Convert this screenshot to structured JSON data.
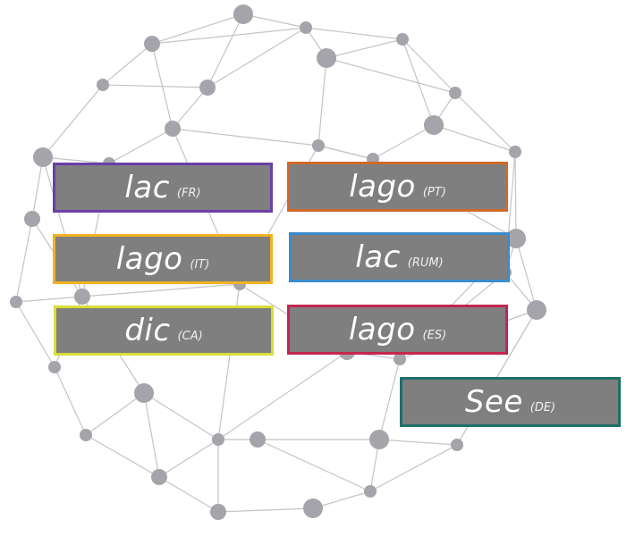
{
  "words": [
    {
      "word": "lac",
      "lang": "(FR)",
      "color": "#6a3fa6"
    },
    {
      "word": "lago",
      "lang": "(PT)",
      "color": "#d0692a"
    },
    {
      "word": "lago",
      "lang": "(IT)",
      "color": "#f2b222"
    },
    {
      "word": "lac",
      "lang": "(RUM)",
      "color": "#3a8ccc"
    },
    {
      "word": "dic",
      "lang": "(CA)",
      "color": "#d8de36"
    },
    {
      "word": "lago",
      "lang": "(ES)",
      "color": "#c4264f"
    },
    {
      "word": "See",
      "lang": "(DE)",
      "color": "#1f6f6a"
    }
  ],
  "node_color": "#a4a4aa",
  "edge_color": "#c4c4c6"
}
